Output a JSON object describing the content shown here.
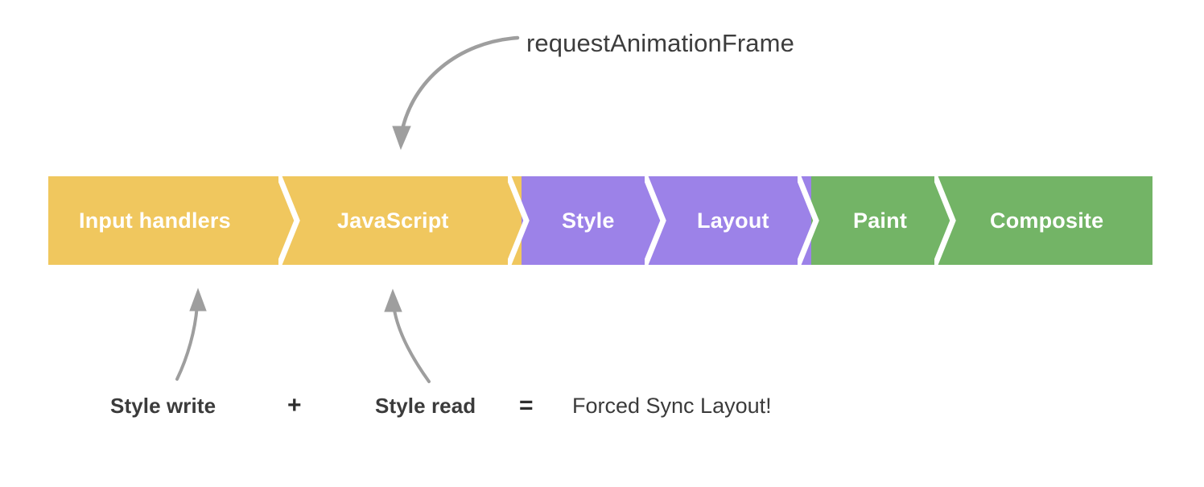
{
  "diagram": {
    "title_annotation": "requestAnimationFrame",
    "background_color": "#ffffff"
  },
  "pipeline": {
    "name": "browser-rendering-pipeline",
    "colors": {
      "javascript_phase": "#f0c75e",
      "style_layout_phase": "#9c82e8",
      "paint_composite_phase": "#73b466",
      "separator": "#ffffff",
      "label_text": "#ffffff"
    },
    "stages": [
      {
        "label": "Input handlers",
        "color": "#f0c75e",
        "group": "yellow"
      },
      {
        "label": "JavaScript",
        "color": "#f0c75e",
        "group": "yellow"
      },
      {
        "label": "Style",
        "color": "#9c82e8",
        "group": "purple"
      },
      {
        "label": "Layout",
        "color": "#9c82e8",
        "group": "purple"
      },
      {
        "label": "Paint",
        "color": "#73b466",
        "group": "green"
      },
      {
        "label": "Composite",
        "color": "#73b466",
        "group": "green"
      }
    ]
  },
  "annotations": {
    "raf": {
      "text": "requestAnimationFrame",
      "points_to": "JavaScript",
      "arrow_color": "#9e9e9e"
    },
    "style_write": {
      "text": "Style write",
      "points_to": "Input handlers",
      "arrow_color": "#9e9e9e"
    },
    "style_read": {
      "text": "Style read",
      "points_to": "JavaScript",
      "arrow_color": "#9e9e9e"
    }
  },
  "equation": {
    "left_term": "Style write",
    "plus_operator": "+",
    "right_term": "Style read",
    "equals_operator": "=",
    "result": "Forced Sync Layout!"
  }
}
